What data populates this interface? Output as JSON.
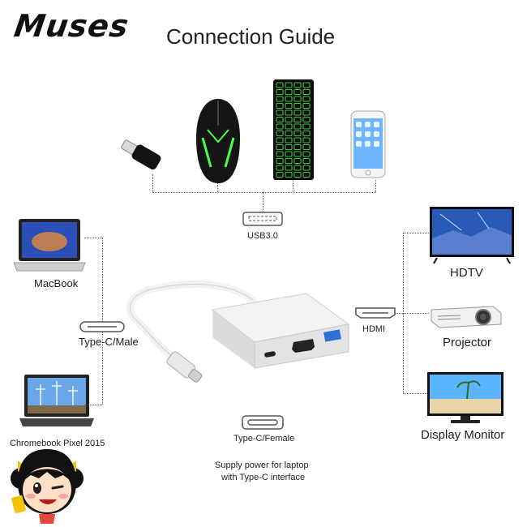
{
  "brand": "Muses",
  "title": "Connection Guide",
  "ports": {
    "usb": "USB3.0",
    "type_c_male": "Type-C/Male",
    "type_c_female": "Type-C/Female",
    "hdmi": "HDMI",
    "supply_note_line1": "Supply power for laptop",
    "supply_note_line2": "with Type-C interface"
  },
  "left_devices": {
    "macbook": "MacBook",
    "chromebook": "Chromebook Pixel 2015"
  },
  "right_devices": {
    "hdtv": "HDTV",
    "projector": "Projector",
    "monitor": "Display Monitor"
  },
  "colors": {
    "keyboard_glow": "#4cff4c",
    "screen_blue": "#3a6fd8",
    "adapter_silver": "#e6e6e6",
    "usb_port_blue": "#2f6fd6"
  }
}
